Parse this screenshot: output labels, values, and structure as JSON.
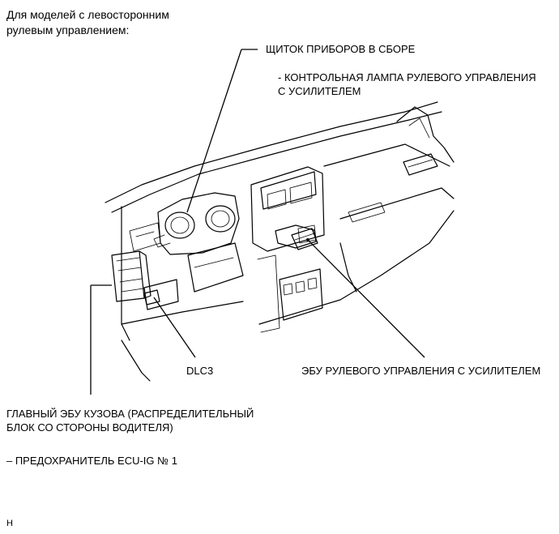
{
  "title": {
    "line1": "Для моделей с левосторонним",
    "line2": "рулевым управлением:"
  },
  "labels": {
    "combination_meter": "ЩИТОК ПРИБОРОВ В СБОРЕ",
    "power_steering_lamp_line1": "- КОНТРОЛЬНАЯ ЛАМПА РУЛЕВОГО УПРАВЛЕНИЯ",
    "power_steering_lamp_line2": "С УСИЛИТЕЛЕМ",
    "dlc3": "DLC3",
    "power_steering_ecu": "ЭБУ РУЛЕВОГО УПРАВЛЕНИЯ С УСИЛИТЕЛЕМ",
    "main_body_ecu_line1": "ГЛАВНЫЙ ЭБУ КУЗОВА (РАСПРЕДЕЛИТЕЛЬНЫЙ",
    "main_body_ecu_line2": "БЛОК СО СТОРОНЫ ВОДИТЕЛЯ)",
    "fuse": "– ПРЕДОХРАНИТЕЛЬ ECU-IG № 1"
  },
  "corner_mark": "H"
}
